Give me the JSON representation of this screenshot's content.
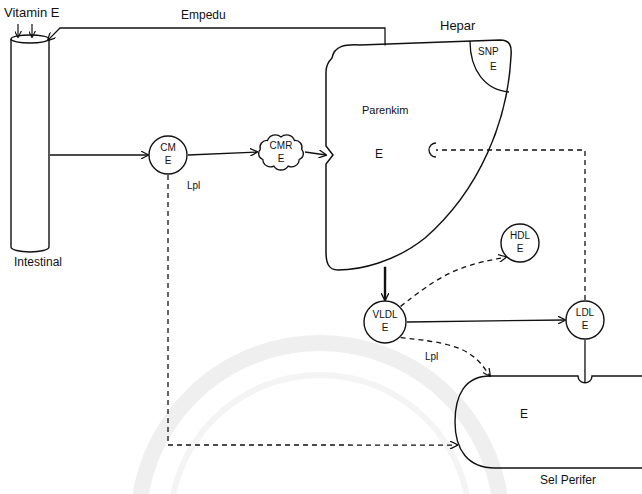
{
  "diagram": {
    "nodes": [
      {
        "text": [
          "Intestinal"
        ]
      },
      {
        "text": [
          "CM",
          "E"
        ]
      },
      {
        "text": [
          "CMR",
          "E"
        ]
      },
      {
        "text": [
          "Hepar",
          "Parenkim",
          "E"
        ]
      },
      {
        "text": [
          "SNP",
          "E"
        ],
        "in": 3
      },
      {
        "text": [
          "HDL",
          "E"
        ]
      },
      {
        "text": [
          "VLDL",
          "E"
        ]
      },
      {
        "text": [
          "LDL",
          "E"
        ]
      },
      {
        "text": [
          "E",
          "Sel Perifer"
        ]
      }
    ],
    "edges": [
      {
        "from": 3,
        "to": 0,
        "label": "Empedu",
        "arrow": "to"
      },
      {
        "from": 0,
        "to": 1,
        "arrow": "to"
      },
      {
        "from": 1,
        "to": 2,
        "arrow": "to"
      },
      {
        "from": 2,
        "to": 3,
        "arrow": "to"
      },
      {
        "from": 1,
        "to": 8,
        "label": "Lpl",
        "arrow": "to"
      },
      {
        "from": 3,
        "to": 6,
        "arrow": "to"
      },
      {
        "from": 6,
        "to": 5,
        "arrow": "to"
      },
      {
        "from": 6,
        "to": 7,
        "arrow": "to"
      },
      {
        "from": 6,
        "to": 8,
        "label": "Lpl",
        "arrow": "to"
      },
      {
        "from": 7,
        "to": 8,
        "arrow": "none"
      },
      {
        "from": 7,
        "to": 3,
        "arrow": "none"
      }
    ],
    "labels": [
      "Vitamin E"
    ]
  }
}
